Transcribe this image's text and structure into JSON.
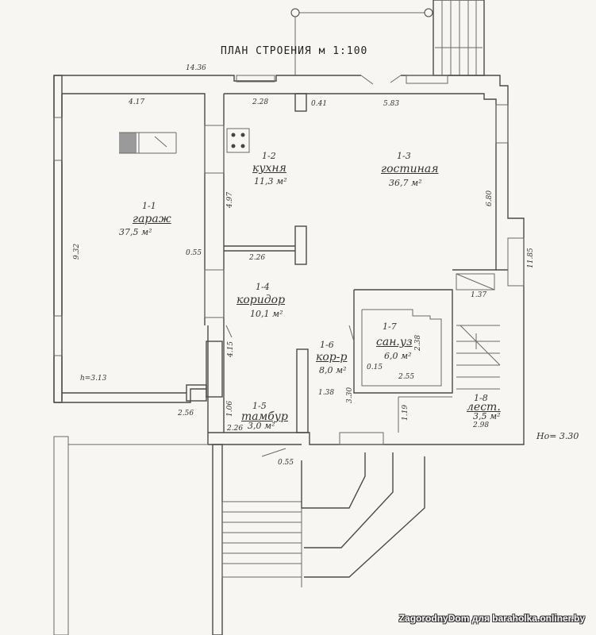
{
  "title": "ПЛАН СТРОЕНИЯ м 1:100",
  "rooms": [
    {
      "num": "1-1",
      "name": "гараж",
      "area": "37,5 м²"
    },
    {
      "num": "1-2",
      "name": "кухня",
      "area": "11,3 м²"
    },
    {
      "num": "1-3",
      "name": "гостиная",
      "area": "36,7 м²"
    },
    {
      "num": "1-4",
      "name": "коридор",
      "area": "10,1 м²"
    },
    {
      "num": "1-5",
      "name": "тамбур",
      "area": "3,0 м²"
    },
    {
      "num": "1-6",
      "name": "кор-р",
      "area": "8,0 м²"
    },
    {
      "num": "1-7",
      "name": "сан.уз",
      "area": "6,0 м²"
    },
    {
      "num": "1-8",
      "name": "лест.",
      "area": "3,5 м²"
    }
  ],
  "dimensions": {
    "top_total": "14.36",
    "garage_width": "4.17",
    "kitchen_width": "2.28",
    "d041": "0.41",
    "living_width": "5.83",
    "garage_height": "9.32",
    "kitchen_height": "4.97",
    "living_height": "6.80",
    "right_total": "11.85",
    "d055": "0.55",
    "d226": "2.26",
    "d415": "4.15",
    "d137": "1.37",
    "d238": "2.38",
    "d015": "0.15",
    "d255": "2.55",
    "d138": "1.38",
    "d330": "3.30",
    "d119": "1.19",
    "d298": "2.98",
    "d256": "2.56",
    "d106": "1.06",
    "d226b": "2.26",
    "d055b": "0.55",
    "h_garage": "h=3.13",
    "h_total": "Hо= 3.30"
  },
  "watermark": "ZagorodnyDom для baraholka.onliner.by"
}
